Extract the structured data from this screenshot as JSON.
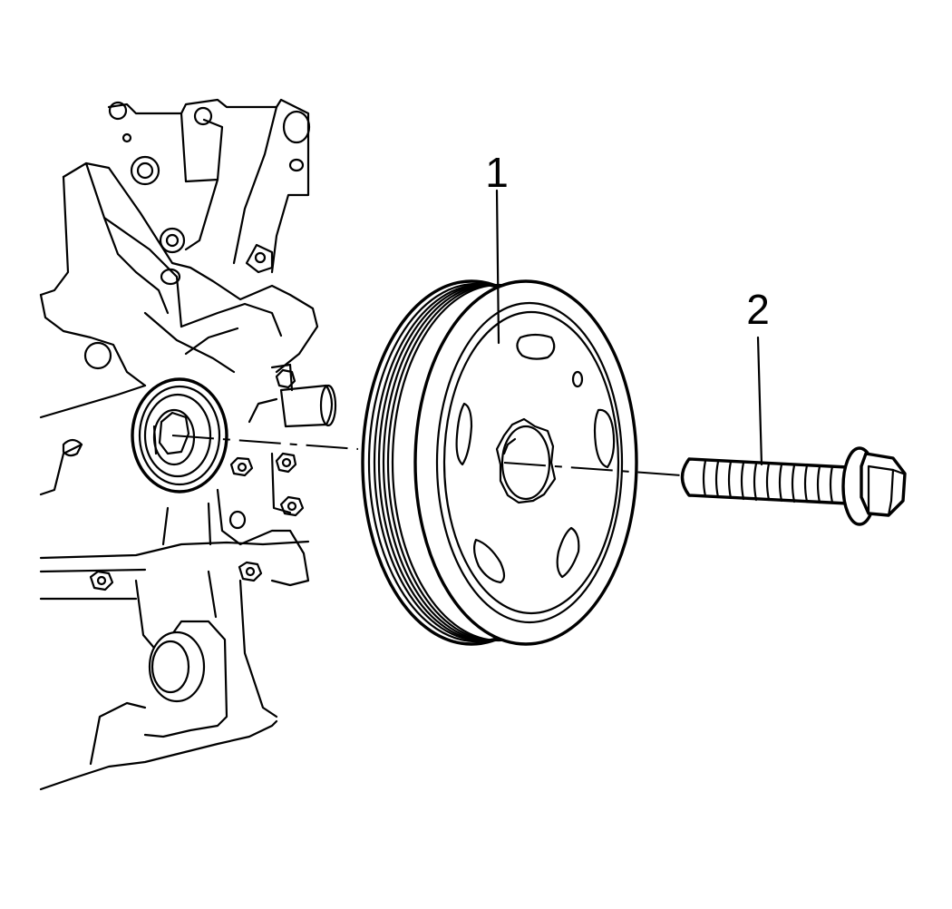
{
  "callouts": [
    {
      "id": "1",
      "label": "1",
      "part": "pulley"
    },
    {
      "id": "2",
      "label": "2",
      "part": "bolt"
    }
  ],
  "colors": {
    "line": "#000000",
    "background": "#ffffff"
  }
}
